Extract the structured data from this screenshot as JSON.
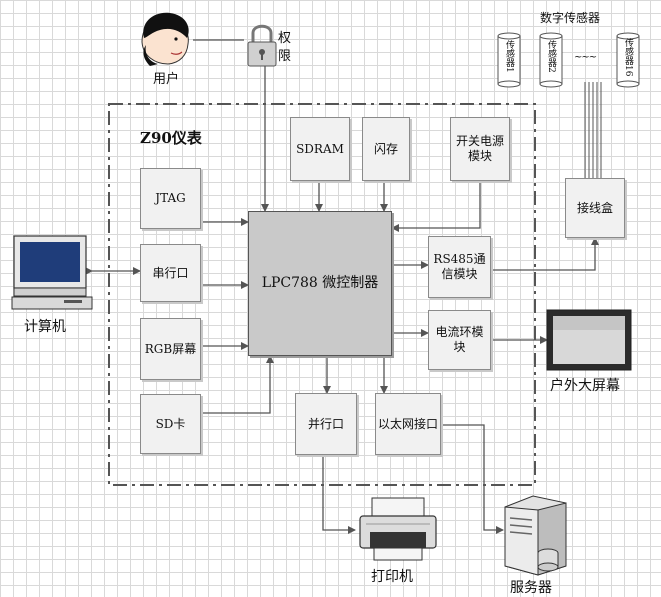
{
  "frame_title": "Z90仪表",
  "sensors": {
    "group_title": "数字传感器",
    "items": [
      "传感器1",
      "传感器2",
      "传感器16"
    ],
    "dots": "~~~"
  },
  "modules": {
    "sdram": "SDRAM",
    "flash": "闪存",
    "power": "开关电源模块",
    "jtag": "JTAG",
    "serial": "串行口",
    "rgb": "RGB屏幕",
    "sd": "SD卡",
    "mcu": "LPC788 微控制器",
    "rs485": "RS485通信模块",
    "current_loop": "电流环模块",
    "parallel": "并行口",
    "ethernet": "以太网接口",
    "junction": "接线盒"
  },
  "external": {
    "user": "用户",
    "permission": "权限",
    "computer": "计算机",
    "screen": "户外大屏幕",
    "printer": "打印机",
    "server": "服务器"
  }
}
